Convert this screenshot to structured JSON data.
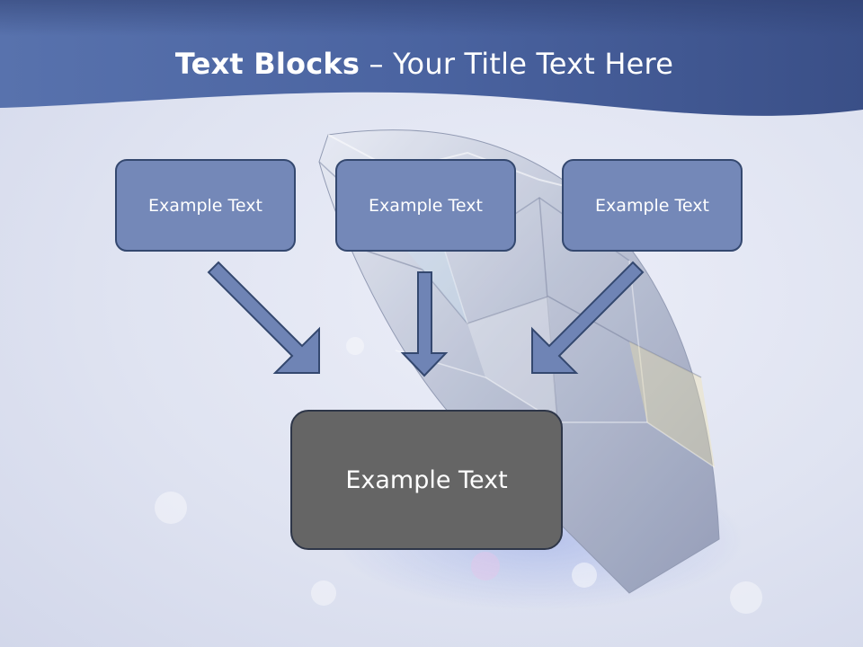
{
  "slide": {
    "title_bold": "Text Blocks",
    "title_sep": " – ",
    "title_rest": "Your Title Text Here"
  },
  "blocks": [
    {
      "label": "Example Text"
    },
    {
      "label": "Example Text"
    },
    {
      "label": "Example Text"
    }
  ],
  "main_block": {
    "label": "Example Text"
  },
  "colors": {
    "header_band": "#4a65a0",
    "block_fill": "#7488b8",
    "block_border": "#34486f",
    "main_fill": "#656565",
    "arrow_fill": "#6f84b5"
  },
  "icons": {
    "background_image": "diamond-icon"
  }
}
